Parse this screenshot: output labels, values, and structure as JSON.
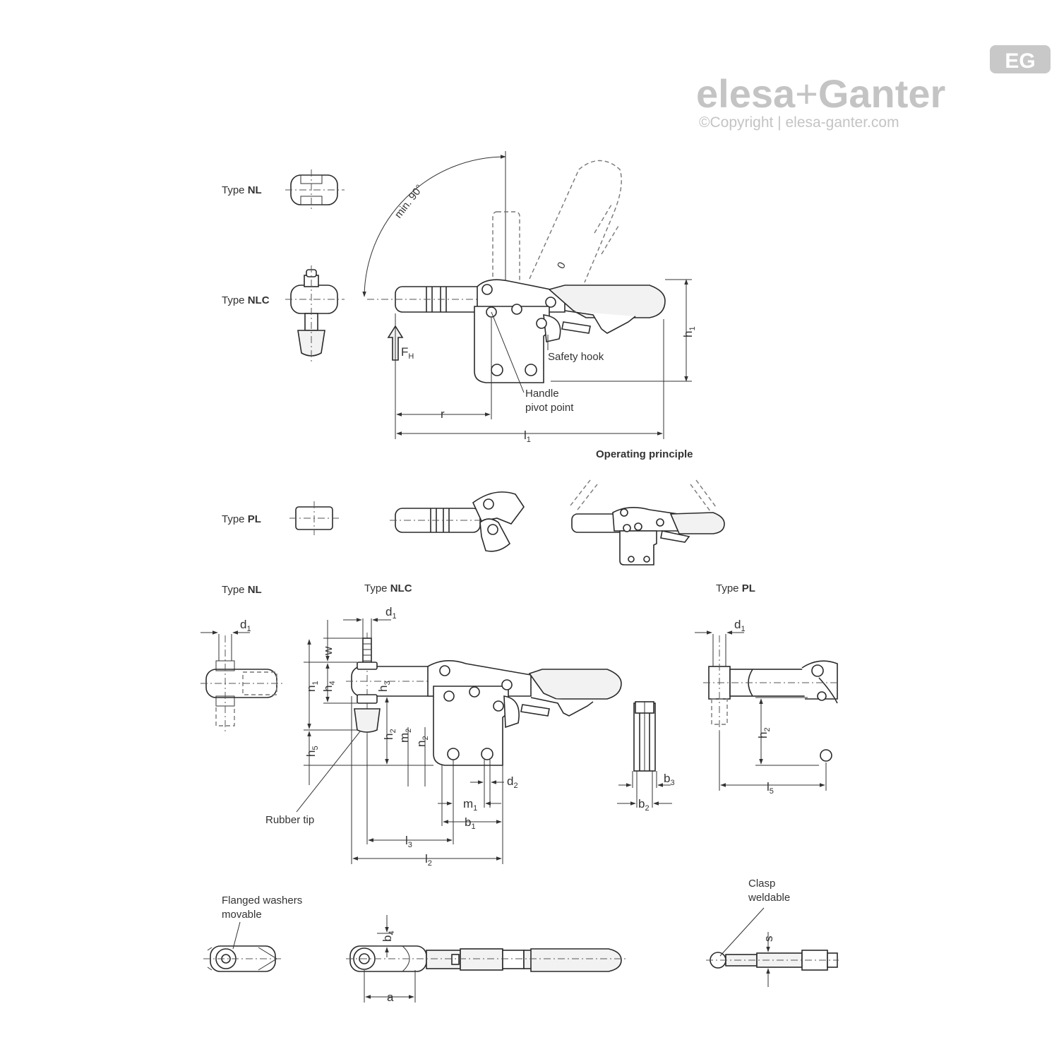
{
  "brand": {
    "badge": "EG",
    "name_part1": "elesa",
    "plus": "+",
    "name_part2": "Ganter",
    "copyright": "©Copyright | elesa-ganter.com"
  },
  "type_prefix": "Type",
  "types": {
    "nl": "NL",
    "nlc": "NLC",
    "pl": "PL"
  },
  "labels": {
    "angle": "min. 90°",
    "safety_hook": "Safety hook",
    "handle_pivot_line1": "Handle",
    "handle_pivot_line2": "pivot point",
    "operating_principle": "Operating principle",
    "rubber_tip": "Rubber tip",
    "flanged_washers_line1": "Flanged washers",
    "flanged_washers_line2": "movable",
    "clasp_line1": "Clasp",
    "clasp_line2": "weldable"
  },
  "dimensions": {
    "force": {
      "base": "F",
      "sub": "H"
    },
    "h1": {
      "base": "h",
      "sub": "1"
    },
    "r": {
      "base": "r",
      "sub": ""
    },
    "l1": {
      "base": "l",
      "sub": "1"
    },
    "d1": {
      "base": "d",
      "sub": "1"
    },
    "w": {
      "base": "w",
      "sub": ""
    },
    "h3": {
      "base": "h",
      "sub": "3"
    },
    "h4": {
      "base": "h",
      "sub": "4"
    },
    "h5": {
      "base": "h",
      "sub": "5"
    },
    "n1": {
      "base": "n",
      "sub": "1"
    },
    "h2": {
      "base": "h",
      "sub": "2"
    },
    "m2": {
      "base": "m",
      "sub": "2"
    },
    "n2": {
      "base": "n",
      "sub": "2"
    },
    "d2": {
      "base": "d",
      "sub": "2"
    },
    "m1": {
      "base": "m",
      "sub": "1"
    },
    "b1": {
      "base": "b",
      "sub": "1"
    },
    "l3": {
      "base": "l",
      "sub": "3"
    },
    "l2": {
      "base": "l",
      "sub": "2"
    },
    "b3": {
      "base": "b",
      "sub": "3"
    },
    "b2": {
      "base": "b",
      "sub": "2"
    },
    "l5": {
      "base": "l",
      "sub": "5"
    },
    "b4": {
      "base": "b",
      "sub": "4"
    },
    "a": {
      "base": "a",
      "sub": ""
    },
    "s": {
      "base": "s",
      "sub": ""
    }
  }
}
